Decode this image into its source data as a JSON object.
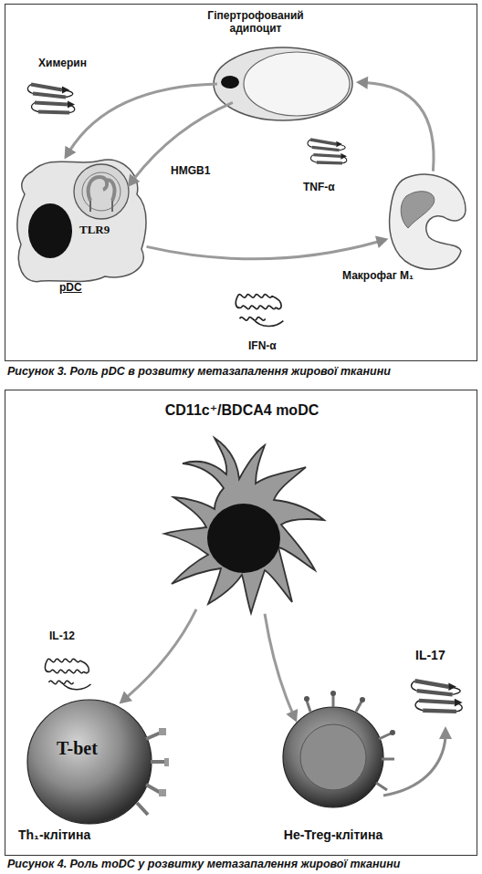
{
  "diagram": {
    "nodes": [
      {
        "text": [
          "Гіпертрофований адипоцит"
        ]
      },
      {
        "text": [
          "pDC"
        ]
      },
      {
        "text": [
          "TLR9"
        ],
        "in": 1
      },
      {
        "text": [
          "Макрофаг M₁"
        ]
      },
      {
        "text": [
          "CD11c⁺/BDCA4 moDC"
        ]
      },
      {
        "text": [
          "T-bet",
          "Th₁-клітина"
        ]
      },
      {
        "text": [
          "Не-Treg-клітина"
        ]
      }
    ],
    "edges": [
      {
        "from": 0,
        "to": 1,
        "arrow": "to",
        "label": "Химерин"
      },
      {
        "from": 0,
        "to": 2,
        "arrow": "to",
        "label": "HMGB1"
      },
      {
        "from": 1,
        "to": 3,
        "arrow": "to",
        "label": "IFN-α"
      },
      {
        "from": 3,
        "to": 0,
        "arrow": "to",
        "label": "TNF-α"
      },
      {
        "from": 4,
        "to": 5,
        "arrow": "to",
        "label": "IL-12"
      },
      {
        "from": 4,
        "to": 6,
        "arrow": "to"
      }
    ],
    "labels": [
      "IL-17",
      "Рисунок 3. Роль pDC в розвитку метазапалення жирової тканини",
      "Рисунок 4. Роль moDC у розвитку метазапалення жирової тканини"
    ]
  }
}
